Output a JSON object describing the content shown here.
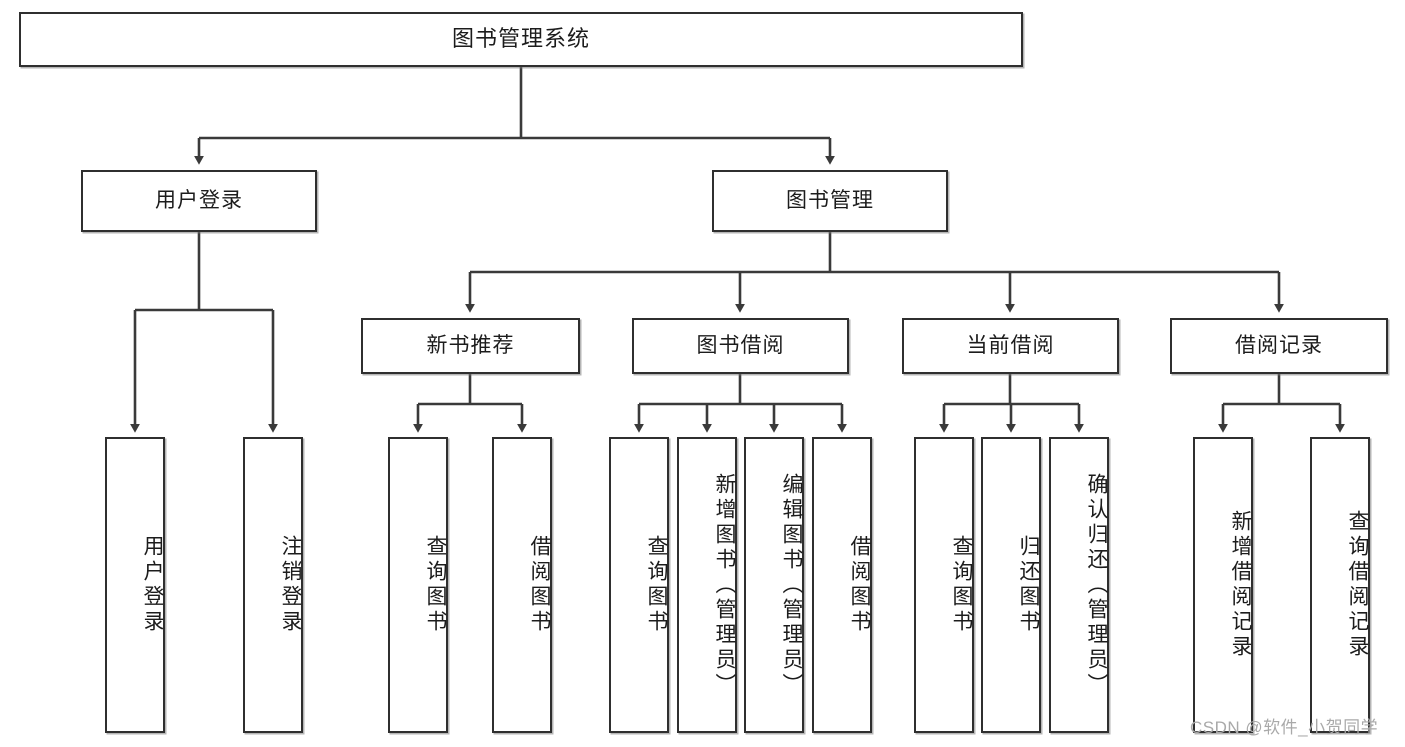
{
  "diagram": {
    "type": "tree",
    "title": "图书管理系统",
    "watermark": "CSDN @软件_小贺同学",
    "nodes": {
      "root": {
        "label": "图书管理系统"
      },
      "level2": [
        {
          "id": "user-login",
          "label": "用户登录"
        },
        {
          "id": "book-manage",
          "label": "图书管理"
        }
      ],
      "level3": [
        {
          "id": "new-book-rec",
          "label": "新书推荐"
        },
        {
          "id": "book-borrow",
          "label": "图书借阅"
        },
        {
          "id": "current-borrow",
          "label": "当前借阅"
        },
        {
          "id": "borrow-record",
          "label": "借阅记录"
        }
      ],
      "leaves": {
        "user_login": [
          {
            "id": "leaf-user-login",
            "label": "用户登录"
          },
          {
            "id": "leaf-logout-login",
            "label": "注销登录"
          }
        ],
        "new_book_rec": [
          {
            "id": "leaf-query-book-1",
            "label": "查询图书"
          },
          {
            "id": "leaf-borrow-book-1",
            "label": "借阅图书"
          }
        ],
        "book_borrow": [
          {
            "id": "leaf-query-book-2",
            "label": "查询图书"
          },
          {
            "id": "leaf-add-book",
            "label": "新增图书（管理员）"
          },
          {
            "id": "leaf-edit-book",
            "label": "编辑图书（管理员）"
          },
          {
            "id": "leaf-borrow-book-2",
            "label": "借阅图书"
          }
        ],
        "current_borrow": [
          {
            "id": "leaf-query-book-3",
            "label": "查询图书"
          },
          {
            "id": "leaf-return-book",
            "label": "归还图书"
          },
          {
            "id": "leaf-confirm-return",
            "label": "确认归还（管理员）"
          }
        ],
        "borrow_record": [
          {
            "id": "leaf-add-record",
            "label": "新增借阅记录"
          },
          {
            "id": "leaf-query-record",
            "label": "查询借阅记录"
          }
        ]
      }
    },
    "colors": {
      "border": "#2f2f2f",
      "line": "#3a3a3a",
      "background": "#ffffff",
      "text": "#1c1c1c",
      "watermark": "#a9a9a9"
    }
  }
}
